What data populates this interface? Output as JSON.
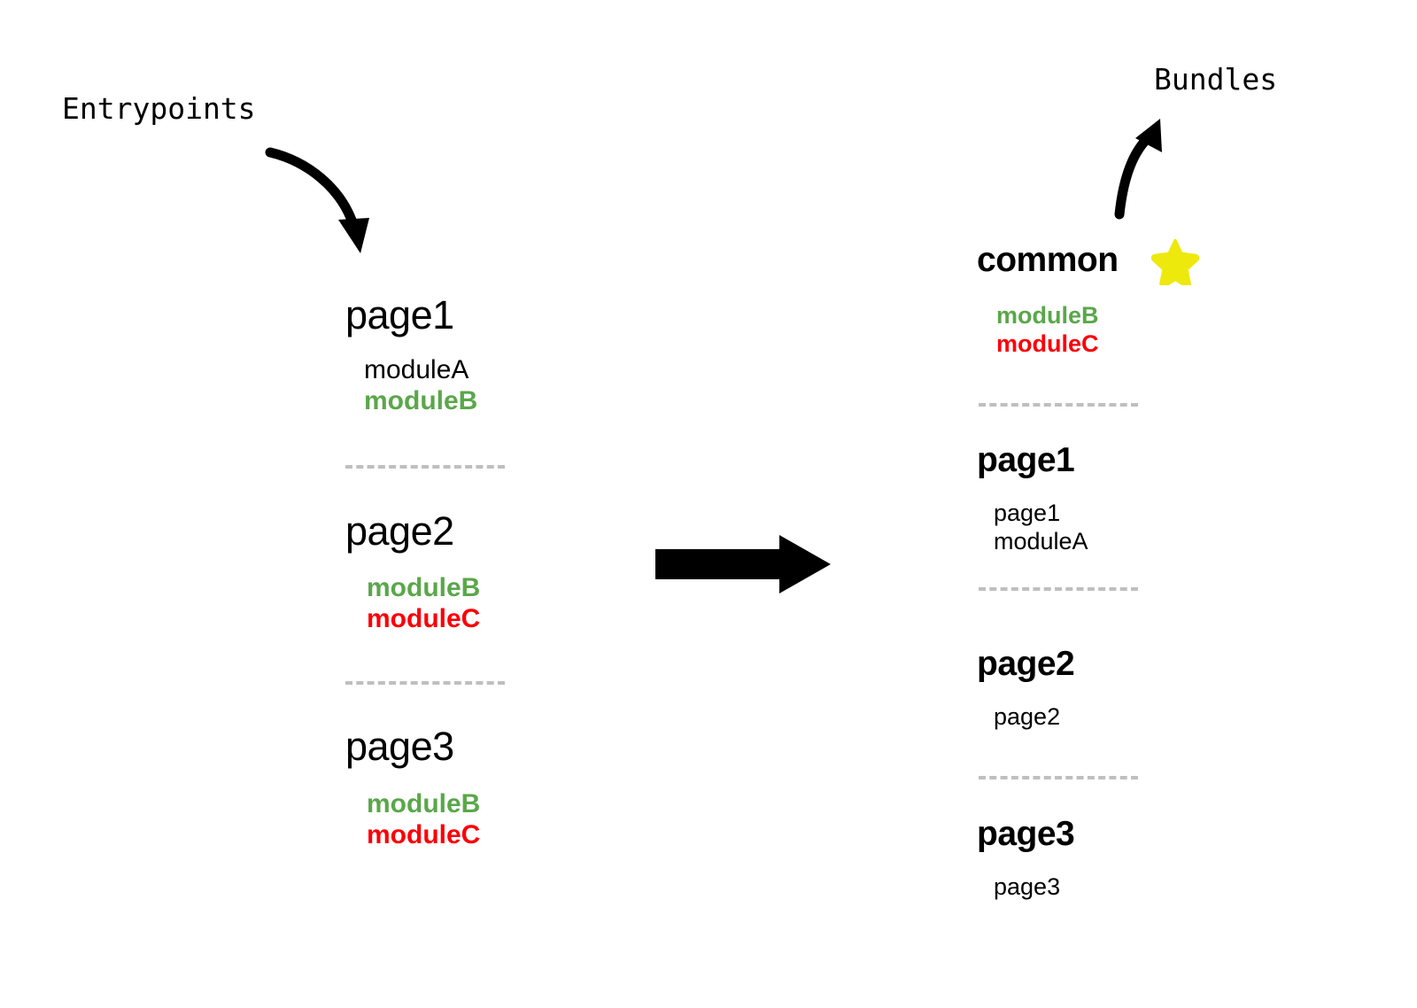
{
  "colors": {
    "green": "#5aa74a",
    "red": "#fb0007",
    "black": "#000000",
    "star_yellow": "#eee90c",
    "divider_gray": "#bfbfbf",
    "background": "#ffffff"
  },
  "labels": {
    "entrypoints": "Entrypoints",
    "bundles": "Bundles"
  },
  "icons": {
    "entry_arrow": "curved-arrow-down-right-icon",
    "bundle_arrow": "curved-arrow-up-right-icon",
    "transform_arrow": "block-arrow-right-icon",
    "star": "star-icon"
  },
  "entrypoints": {
    "groups": [
      {
        "title": "page1",
        "items": [
          {
            "text": "moduleA",
            "color": "plain"
          },
          {
            "text": "moduleB",
            "color": "green"
          }
        ]
      },
      {
        "title": "page2",
        "items": [
          {
            "text": "moduleB",
            "color": "green"
          },
          {
            "text": "moduleC",
            "color": "red"
          }
        ]
      },
      {
        "title": "page3",
        "items": [
          {
            "text": "moduleB",
            "color": "green"
          },
          {
            "text": "moduleC",
            "color": "red"
          }
        ]
      }
    ]
  },
  "bundles": {
    "groups": [
      {
        "title": "common",
        "starred": true,
        "items": [
          {
            "text": "moduleB",
            "color": "green"
          },
          {
            "text": "moduleC",
            "color": "red"
          }
        ]
      },
      {
        "title": "page1",
        "starred": false,
        "items": [
          {
            "text": "page1",
            "color": "plain"
          },
          {
            "text": "moduleA",
            "color": "plain"
          }
        ]
      },
      {
        "title": "page2",
        "starred": false,
        "items": [
          {
            "text": "page2",
            "color": "plain"
          }
        ]
      },
      {
        "title": "page3",
        "starred": false,
        "items": [
          {
            "text": "page3",
            "color": "plain"
          }
        ]
      }
    ]
  }
}
